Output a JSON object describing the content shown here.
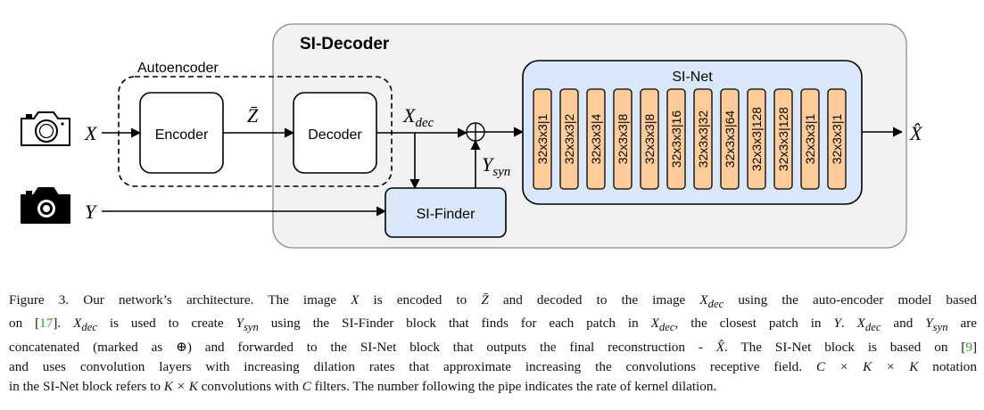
{
  "diagram": {
    "si_decoder_title": "SI-Decoder",
    "autoencoder_label": "Autoencoder",
    "encoder_label": "Encoder",
    "decoder_label": "Decoder",
    "si_finder_label": "SI-Finder",
    "si_net_label": "SI-Net",
    "x_label": "X",
    "y_label": "Y",
    "zbar_label": "Z̄",
    "xdec_main": "X",
    "xdec_sub": "dec",
    "ysyn_main": "Y",
    "ysyn_sub": "syn",
    "xhat_label": "X̂",
    "concat_symbol": "⊕",
    "layers": [
      "32x3x3|1",
      "32x3x3|2",
      "32x3x3|4",
      "32x3x3|8",
      "32x3x3|8",
      "32x3x3|16",
      "32x3x3|32",
      "32x3x3|64",
      "32x3x3|128",
      "32x3x3|128",
      "32x3x3|1",
      "32x3x3|1"
    ],
    "icons": {
      "x_camera": "camera-outline-icon",
      "y_camera": "camera-filled-icon"
    },
    "colors": {
      "decoder_panel": "#f2f2f2",
      "si_net_fill": "#dae8fc",
      "si_finder_fill": "#dae8fc",
      "layer_fill": "#ffcc99",
      "reference_link": "#2aa12a"
    }
  },
  "caption": {
    "line1": {
      "a": "Figure 3. Our network’s architecture. The image ",
      "x": "X",
      "b": " is encoded to ",
      "zbar": "Z̄",
      "c": " and decoded to the image ",
      "xdec": "X",
      "xdec_sub": "dec",
      "d": " using the auto-encoder model based"
    },
    "line2": {
      "a": "on [",
      "ref17": "17",
      "b": "]. ",
      "xdec": "X",
      "xdec_sub": "dec",
      "c": " is used to create ",
      "ysyn": "Y",
      "ysyn_sub": "syn",
      "d": " using the SI-Finder block that finds for each patch in ",
      "xdec2": "X",
      "xdec2_sub": "dec",
      "e": ", the closest patch in ",
      "y": "Y",
      "f": ". ",
      "xdec3": "X",
      "xdec3_sub": "dec",
      "g": " and ",
      "ysyn2": "Y",
      "ysyn2_sub": "syn",
      "h": " are"
    },
    "line3": {
      "a": "concatenated (marked as ",
      "oplus": "⊕",
      "b": ") and forwarded to the SI-Net block that outputs the final reconstruction - ",
      "xhat": "X̂",
      "c": ". The SI-Net block is based on [",
      "ref9": "9",
      "d": "]"
    },
    "line4": "and uses convolution layers with increasing dilation rates that approximate increasing the convolutions receptive field. ",
    "line4_math": "C × K × K",
    "line4_end": " notation",
    "line5": {
      "a": "in the SI-Net block refers to ",
      "kk": "K × K",
      "b": " convolutions with ",
      "c_var": "C",
      "c": " filters. The number following the pipe indicates the rate of kernel dilation."
    }
  }
}
